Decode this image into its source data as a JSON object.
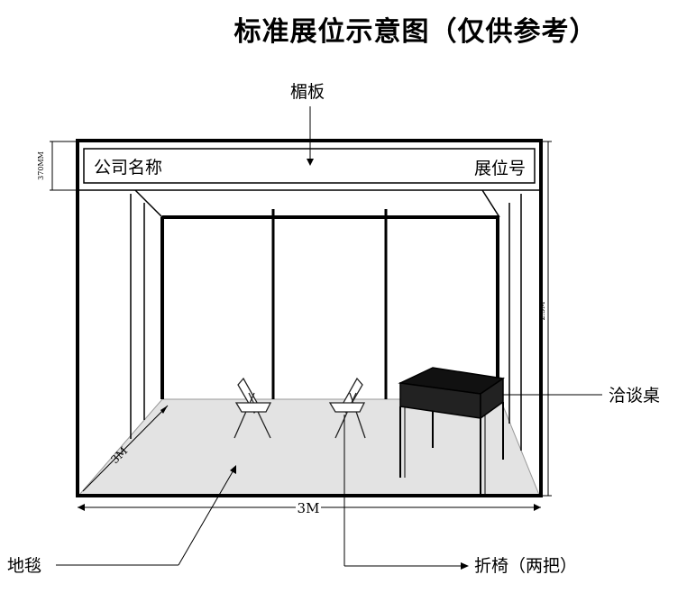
{
  "title": "标准展位示意图（仅供参考）",
  "labels": {
    "fascia": "楣板",
    "company_name": "公司名称",
    "booth_no": "展位号",
    "table": "洽谈桌",
    "carpet": "地毯",
    "chairs": "折椅（两把）"
  },
  "dimensions": {
    "width": "3M",
    "depth": "3M",
    "height": "2.5M",
    "fascia_height": "370MM"
  },
  "colors": {
    "floor": "#e3e3e3",
    "frame": "#000000",
    "table_top": "#111111"
  }
}
